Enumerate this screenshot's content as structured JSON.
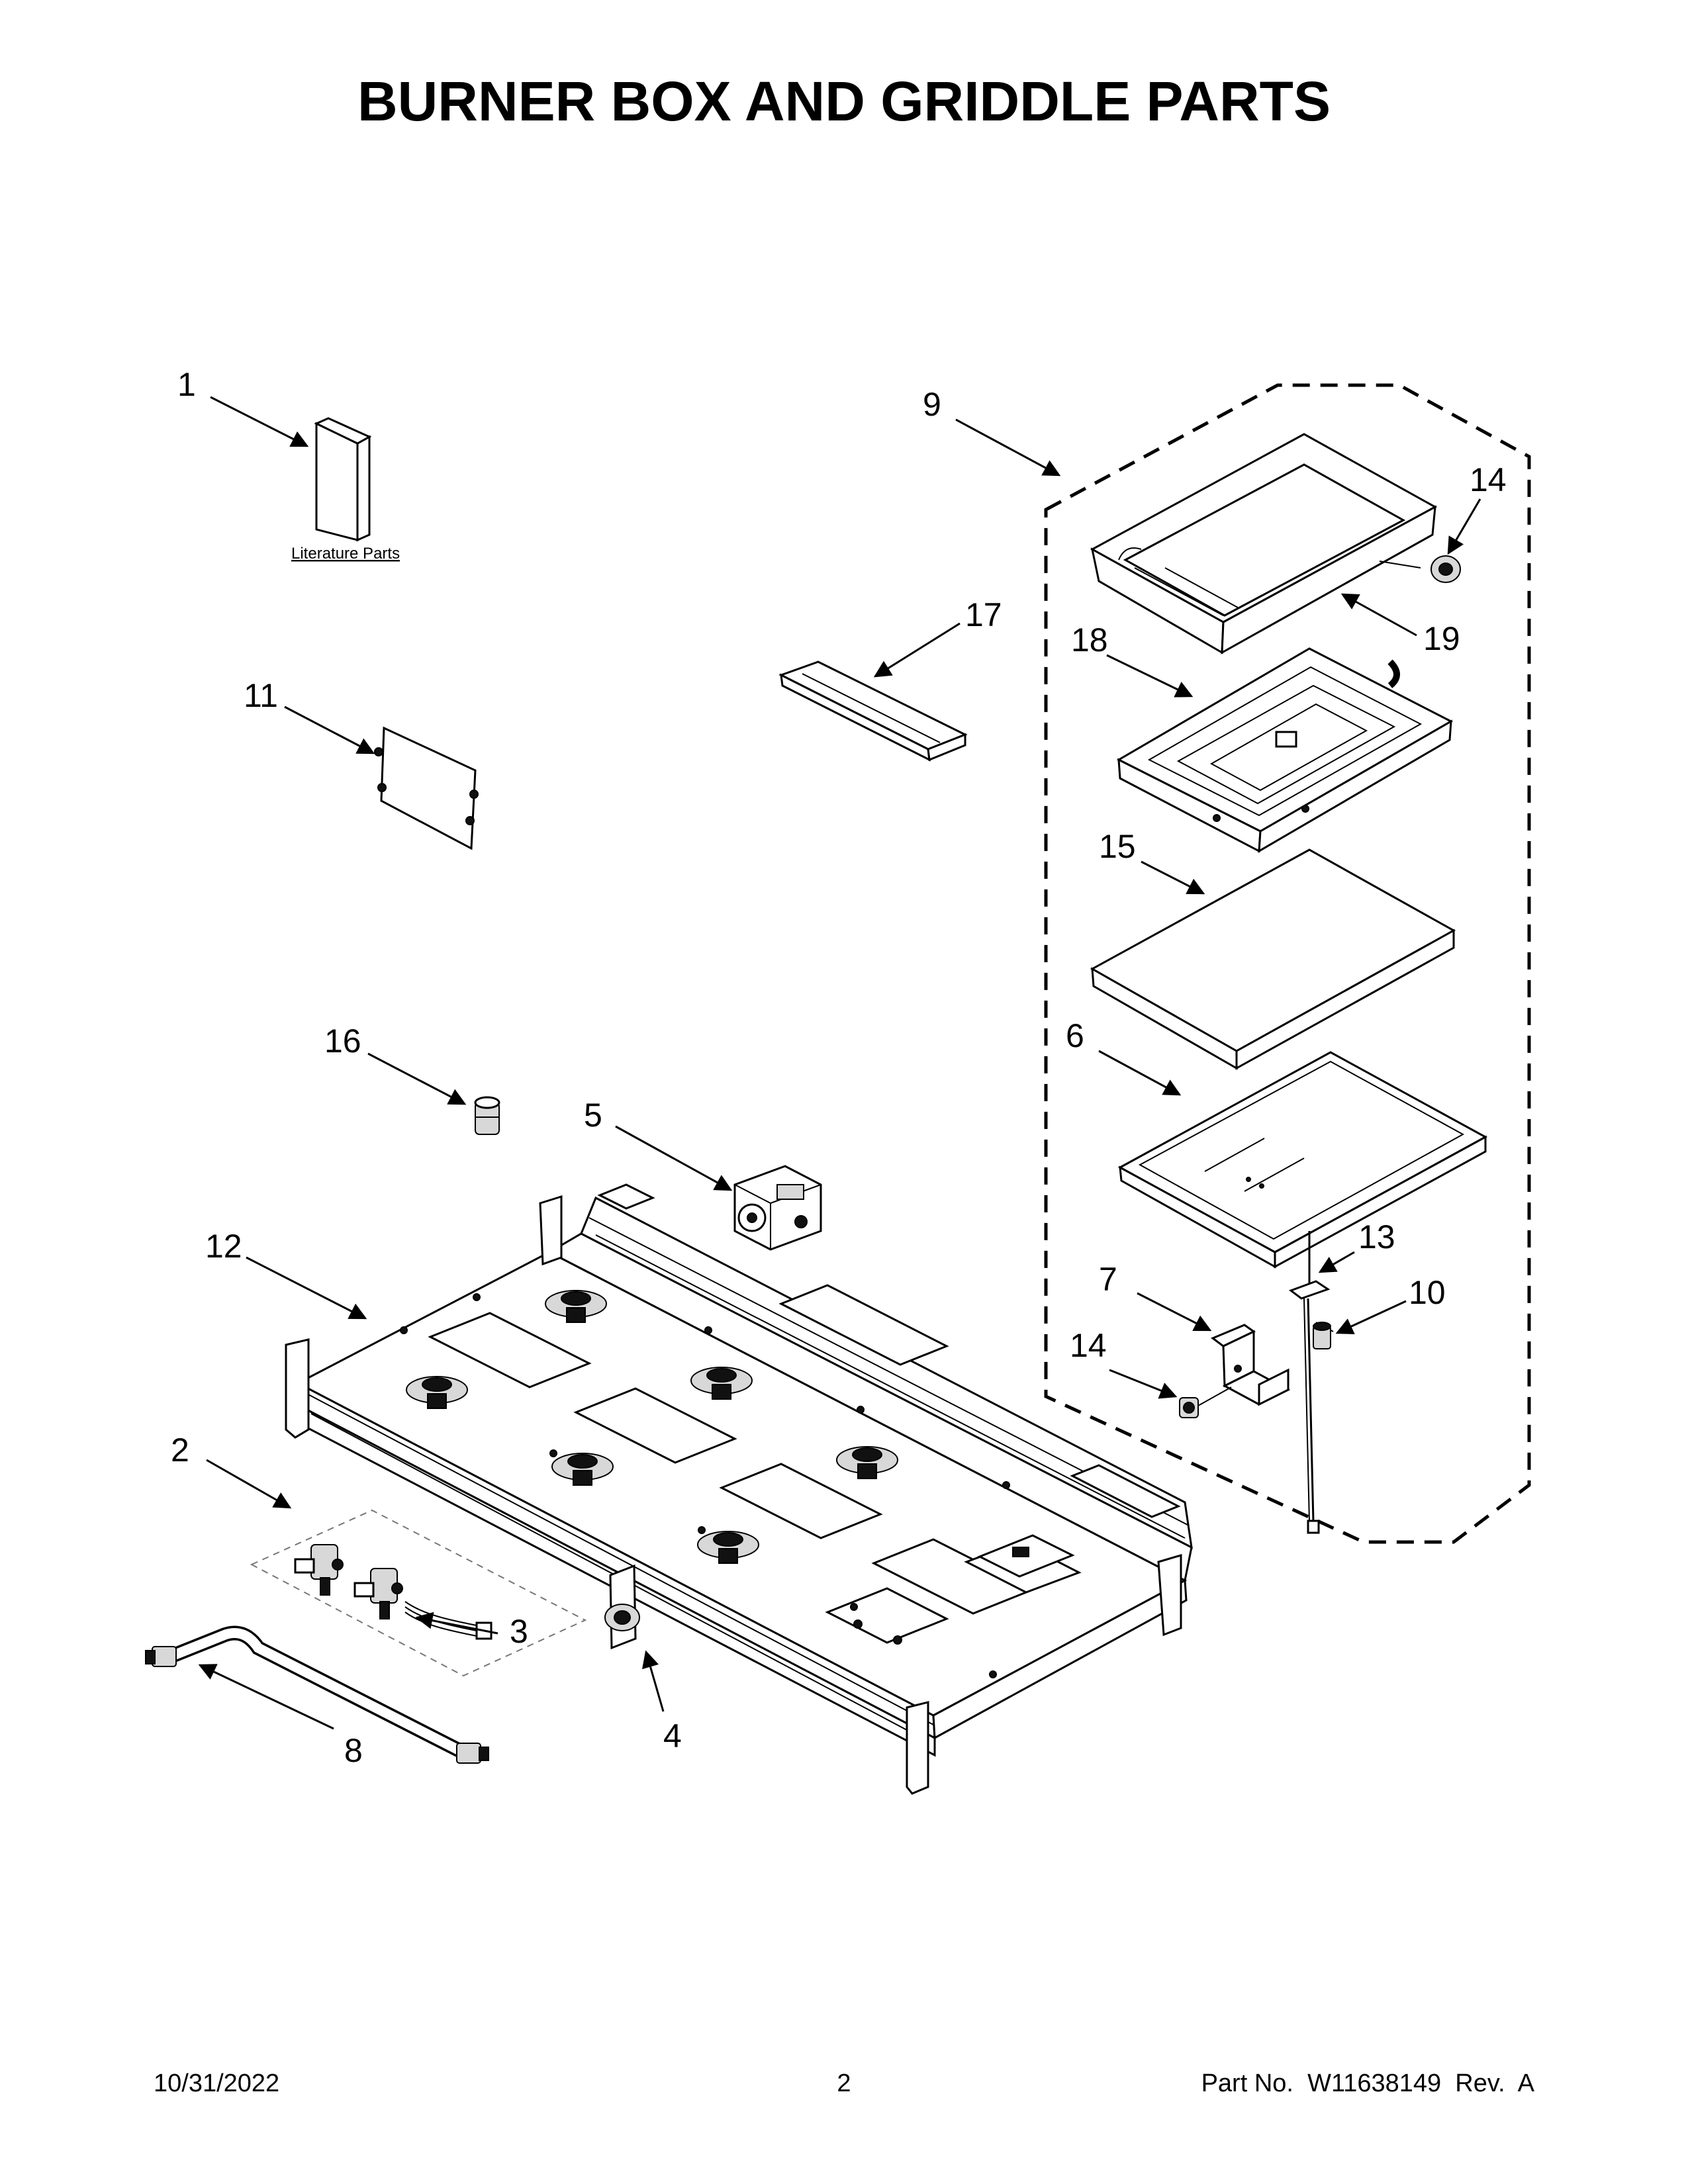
{
  "title": "BURNER BOX AND GRIDDLE PARTS",
  "callouts": {
    "c1": "1",
    "c2": "2",
    "c3": "3",
    "c4": "4",
    "c5": "5",
    "c6": "6",
    "c7": "7",
    "c8": "8",
    "c9": "9",
    "c10": "10",
    "c11": "11",
    "c12": "12",
    "c13": "13",
    "c14a": "14",
    "c14b": "14",
    "c15": "15",
    "c16": "16",
    "c17": "17",
    "c18": "18",
    "c19": "19"
  },
  "literature_label": "Literature Parts",
  "footer": {
    "date": "10/31/2022",
    "page": "2",
    "part_no": "Part No.  W11638149  Rev.  A"
  }
}
